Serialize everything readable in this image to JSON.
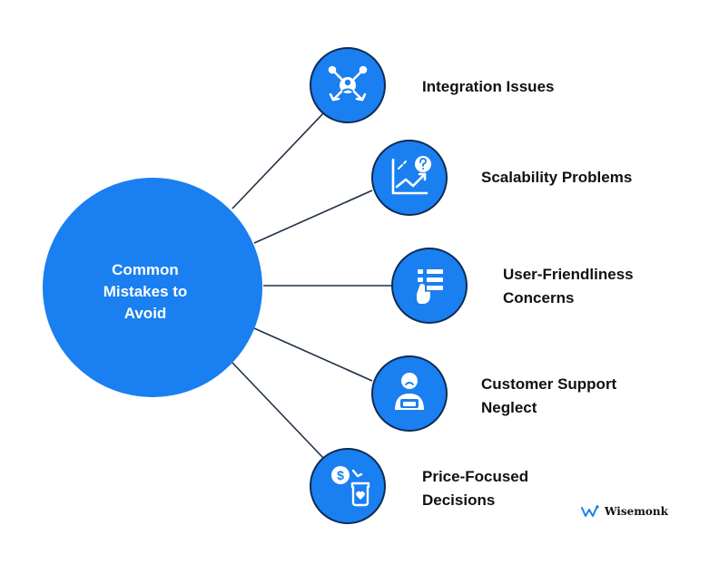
{
  "hub": {
    "line1": "Common",
    "line2": "Mistakes to",
    "line3": "Avoid"
  },
  "items": [
    {
      "lines": [
        "Integration Issues"
      ],
      "icon": "integration-icon"
    },
    {
      "lines": [
        "Scalability Problems"
      ],
      "icon": "scalability-chart-icon"
    },
    {
      "lines": [
        "User-Friendliness",
        "Concerns"
      ],
      "icon": "touch-list-icon"
    },
    {
      "lines": [
        "Customer Support",
        "Neglect"
      ],
      "icon": "support-agent-icon"
    },
    {
      "lines": [
        "Price-Focused",
        "Decisions"
      ],
      "icon": "price-bag-icon"
    }
  ],
  "brand": {
    "name": "Wisemonk",
    "icon": "wisemonk-logo-icon"
  },
  "colors": {
    "accent": "#1a7ff0",
    "outline": "#0f2b55",
    "connector": "#1f2f45"
  }
}
